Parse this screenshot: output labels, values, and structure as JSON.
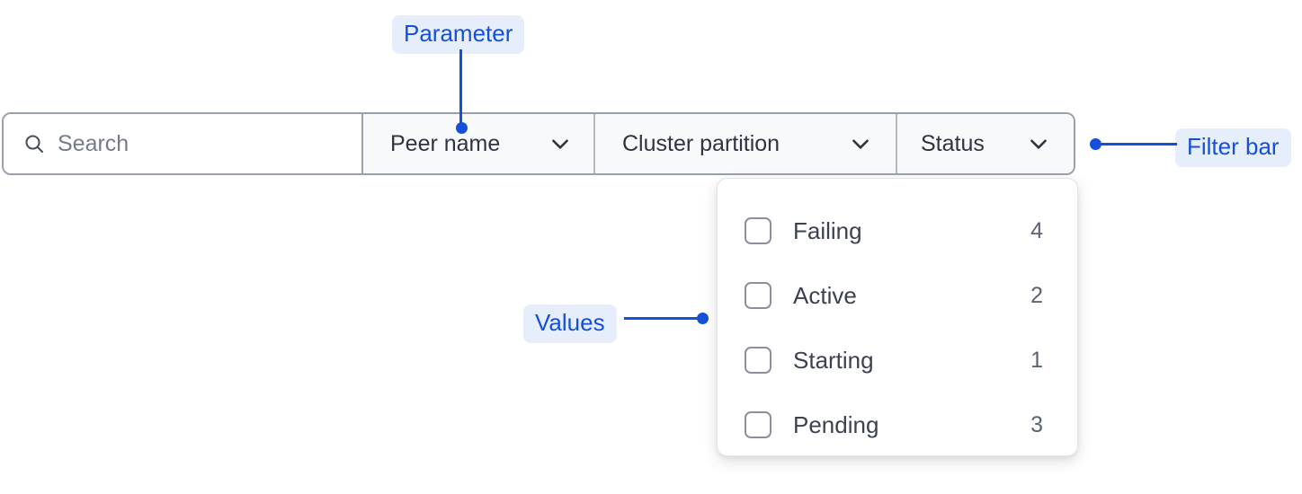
{
  "filter_bar": {
    "search": {
      "icon": "search-icon",
      "placeholder": "Search",
      "value": ""
    },
    "filters": [
      {
        "id": "peer-name",
        "label": "Peer name",
        "chevron": "chevron-down-icon",
        "expanded": false
      },
      {
        "id": "cluster-partition",
        "label": "Cluster partition",
        "chevron": "chevron-down-icon",
        "expanded": false
      },
      {
        "id": "status",
        "label": "Status",
        "chevron": "chevron-down-icon",
        "expanded": true
      }
    ]
  },
  "status_dropdown": {
    "open": true,
    "options": [
      {
        "label": "Failing",
        "count": "4",
        "checked": false
      },
      {
        "label": "Active",
        "count": "2",
        "checked": false
      },
      {
        "label": "Starting",
        "count": "1",
        "checked": false
      },
      {
        "label": "Pending",
        "count": "3",
        "checked": false
      }
    ]
  },
  "annotations": [
    {
      "id": "parameter",
      "label": "Parameter",
      "connector": "vertical-line-with-dot"
    },
    {
      "id": "values",
      "label": "Values",
      "connector": "horizontal-line-with-dot"
    },
    {
      "id": "filter-bar",
      "label": "Filter bar",
      "connector": "horizontal-line-with-dot"
    }
  ],
  "colors": {
    "annotation_text": "#1550d8",
    "annotation_background": "#e6eefc",
    "bar_border": "#9aa0ac",
    "filter_background": "#f8f9fa",
    "search_background": "#ffffff",
    "panel_background": "#ffffff",
    "label_text": "#2e3440",
    "placeholder_text": "#757b88",
    "count_text": "#5c6270",
    "checkbox_border": "#8b909c"
  }
}
